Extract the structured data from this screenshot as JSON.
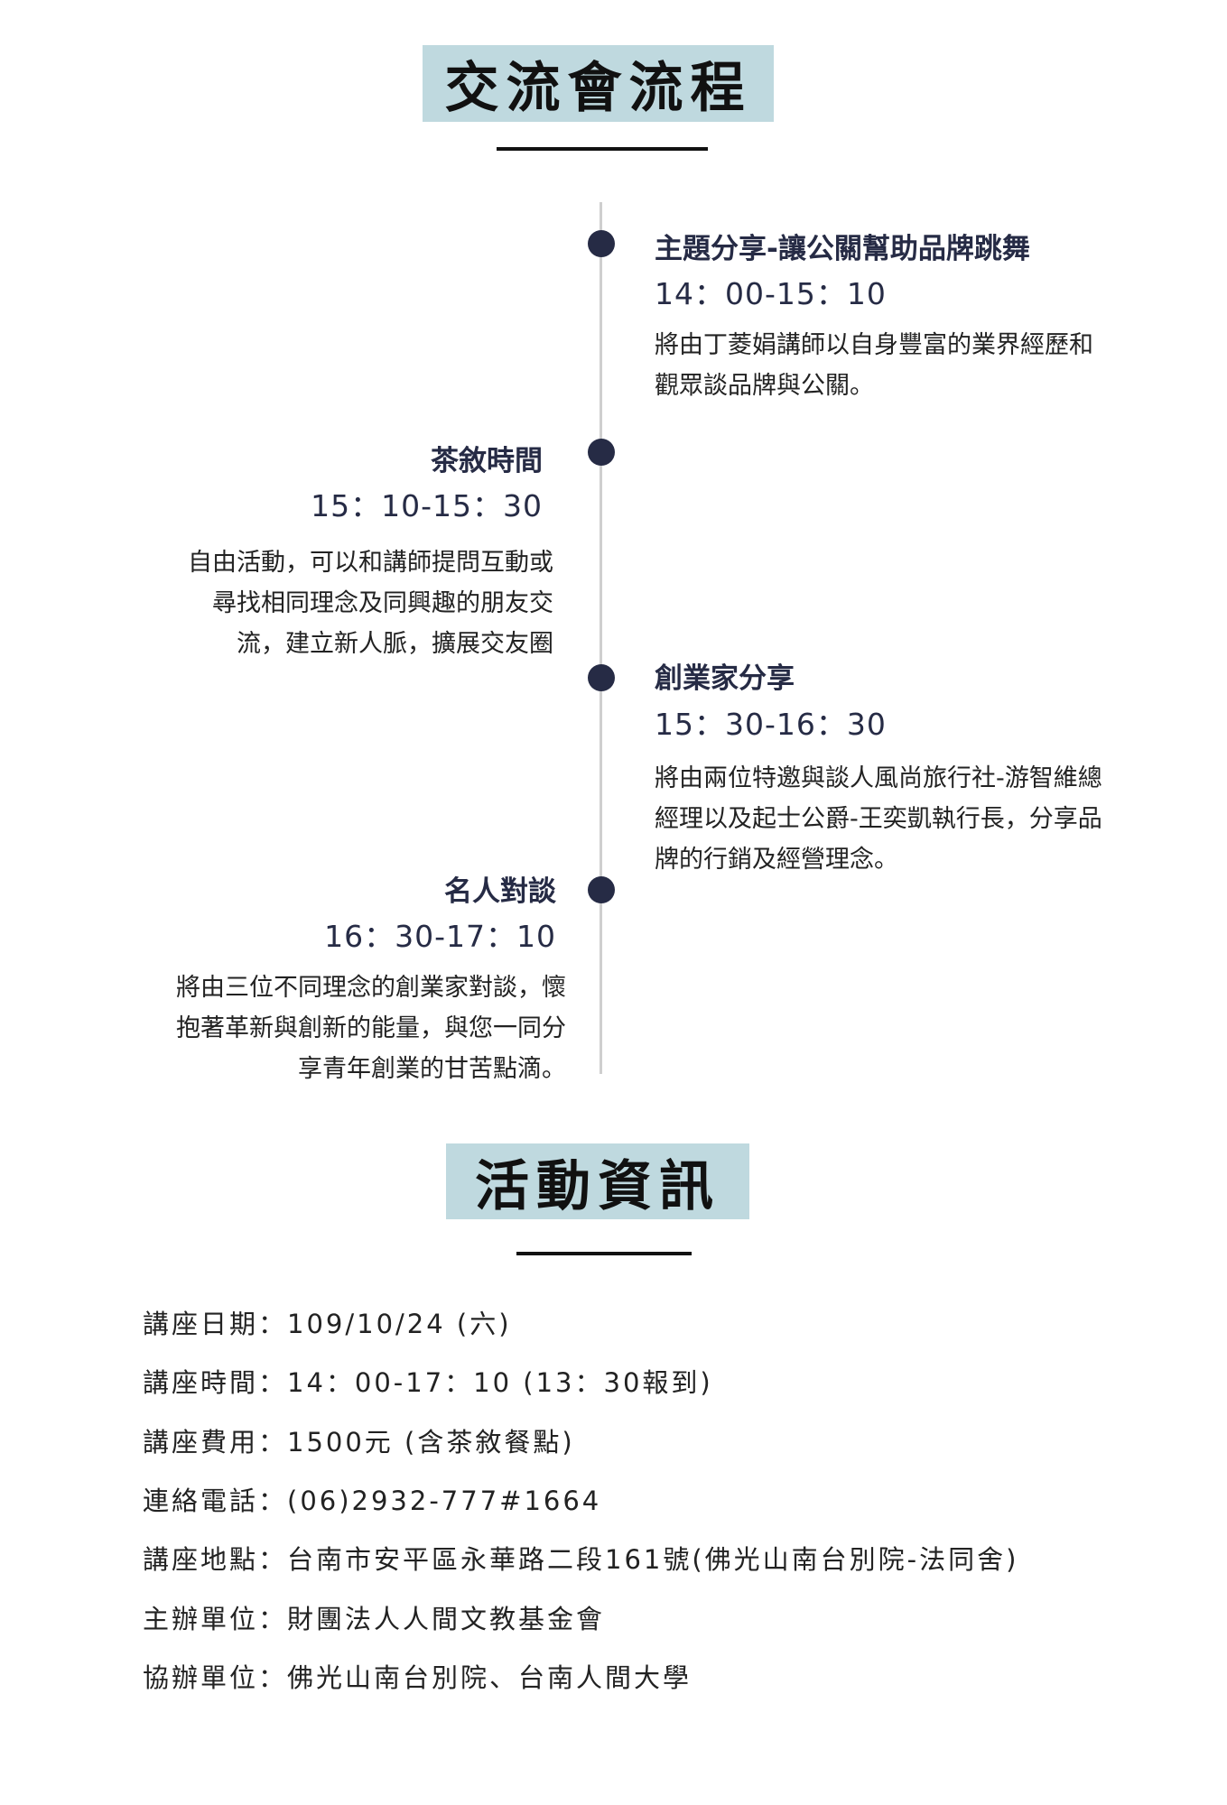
{
  "section1": {
    "title": "交流會流程"
  },
  "timeline": [
    {
      "title": "主題分享-讓公關幫助品牌跳舞",
      "time": "14：00-15：10",
      "desc": [
        "將由丁菱娟講師以自身豐富的業界經歷和",
        "觀眾談品牌與公關。"
      ]
    },
    {
      "title": "茶敘時間",
      "time": "15：10-15：30",
      "desc": [
        "自由活動，可以和講師提問互動或",
        "尋找相同理念及同興趣的朋友交",
        "流，建立新人脈，擴展交友圈"
      ]
    },
    {
      "title": "創業家分享",
      "time": "15：30-16：30",
      "desc": [
        "將由兩位特邀與談人風尚旅行社-游智維總",
        "經理以及起士公爵-王奕凱執行長，分享品",
        "牌的行銷及經營理念。"
      ]
    },
    {
      "title": "名人對談",
      "time": "16：30-17：10",
      "desc": [
        "將由三位不同理念的創業家對談，懷",
        "抱著革新與創新的能量，與您一同分",
        "享青年創業的甘苦點滴。"
      ]
    }
  ],
  "section2": {
    "title": "活動資訊"
  },
  "info": [
    "講座日期：109/10/24 (六)",
    "講座時間：14：00-17：10 (13：30報到)",
    "講座費用：1500元 (含茶敘餐點)",
    "連絡電話：(06)2932-777#1664",
    "講座地點：台南市安平區永華路二段161號(佛光山南台別院-法同舍)",
    "主辦單位：財團法人人間文教基金會",
    "協辦單位：佛光山南台別院、台南人間大學"
  ]
}
